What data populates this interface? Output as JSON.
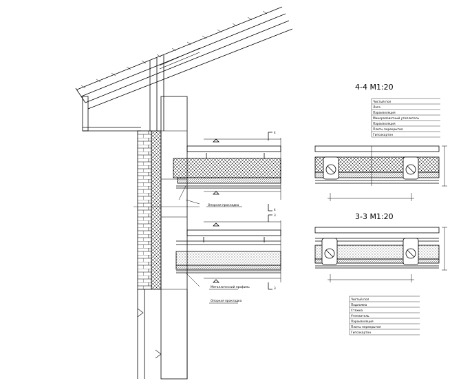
{
  "section_top": {
    "title": "4-4 M1:20",
    "legend": [
      {
        "text": "Чистый пол",
        "value": ""
      },
      {
        "text": "Лага",
        "value": ""
      },
      {
        "text": "Пароизоляция",
        "value": ""
      },
      {
        "text": "Минераловатный утеплитель",
        "value": ""
      },
      {
        "text": "Пароизоляция",
        "value": ""
      },
      {
        "text": "Плиты перекрытия",
        "value": ""
      },
      {
        "text": "Гипсокартон",
        "value": ""
      }
    ],
    "dims": {
      "height": "",
      "width": ""
    }
  },
  "section_bottom": {
    "title": "3-3 M1:20",
    "legend": [
      {
        "text": "Чистый пол",
        "value": ""
      },
      {
        "text": "Подложка",
        "value": ""
      },
      {
        "text": "Стяжка",
        "value": ""
      },
      {
        "text": "Утеплитель",
        "value": ""
      },
      {
        "text": "Пароизоляция",
        "value": ""
      },
      {
        "text": "Плиты перекрытия",
        "value": ""
      },
      {
        "text": "Гипсокартон",
        "value": ""
      }
    ],
    "dims": {
      "height": "",
      "width": ""
    }
  },
  "main_section": {
    "levels": [
      "",
      "",
      "",
      ""
    ],
    "cut_marks": [
      "4",
      "4",
      "3",
      "3"
    ],
    "callouts": [
      "Опорная прокладка",
      "Металлический профиль",
      "Опорная прокладка"
    ]
  }
}
